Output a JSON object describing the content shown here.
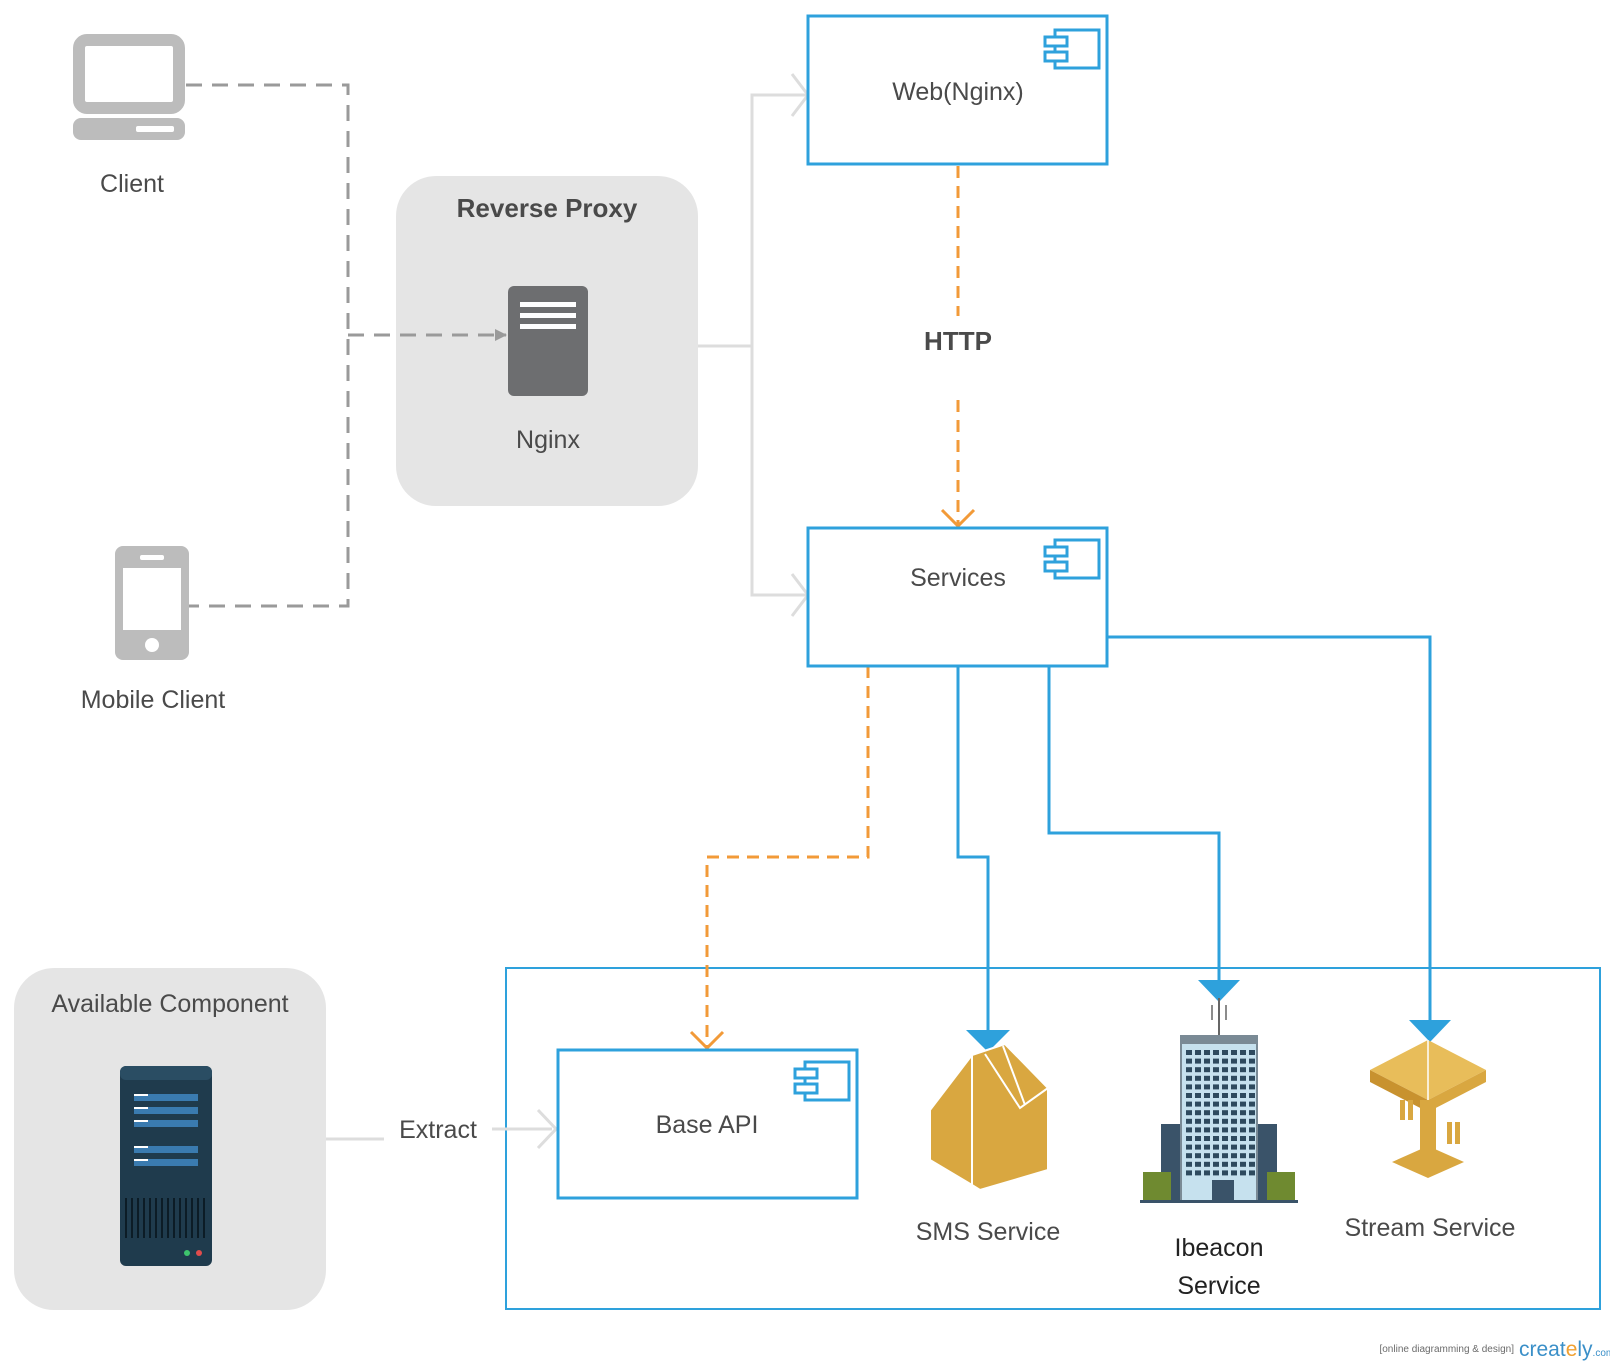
{
  "colors": {
    "component_border": "#2ea1dc",
    "orange_dashed": "#f29a38",
    "gray_dashed": "#9a9a9a",
    "light_connector": "#dddddd",
    "group_fill": "#e5e5e5",
    "service_gold": "#d9a740",
    "device_gray": "#bcbcbc",
    "server_dark": "#6d6e70",
    "rack_navy": "#1f3b4d"
  },
  "clients": {
    "desktop": {
      "label": "Client",
      "icon": "desktop-computer-icon"
    },
    "mobile": {
      "label": "Mobile Client",
      "icon": "mobile-phone-icon"
    }
  },
  "reverse_proxy": {
    "title": "Reverse Proxy",
    "server": {
      "label": "Nginx",
      "icon": "server-icon"
    }
  },
  "components": {
    "web": {
      "label": "Web(Nginx)",
      "icon": "uml-component-icon"
    },
    "services": {
      "label": "Services",
      "icon": "uml-component-icon"
    },
    "base_api": {
      "label": "Base API",
      "icon": "uml-component-icon"
    }
  },
  "connectors": {
    "web_to_services": "HTTP",
    "available_to_base": "Extract"
  },
  "available_component": {
    "title": "Available Component",
    "icon": "server-rack-icon"
  },
  "services_group": {
    "sms": {
      "label": "SMS Service",
      "icon": "sns-service-icon"
    },
    "ibeacon": {
      "line1": "Ibeacon",
      "line2": "Service",
      "icon": "office-building-icon"
    },
    "stream": {
      "label": "Stream Service",
      "icon": "stream-service-icon"
    }
  },
  "watermark": {
    "tagline": "[online diagramming & design]",
    "brand_a": "creat",
    "brand_b": "e",
    "brand_c": "ly",
    "brand_suffix": ".com"
  }
}
